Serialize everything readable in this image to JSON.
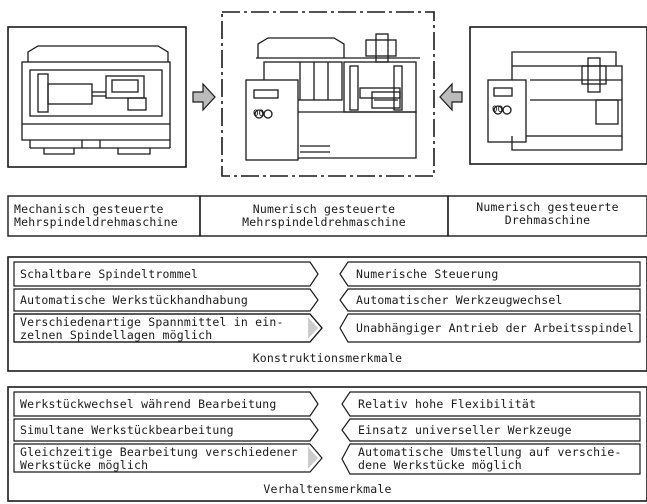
{
  "machines": [
    {
      "id": "mechanical",
      "label": "Mechanisch gesteuerte\nMehrspindeldrehmaschine"
    },
    {
      "id": "nc-multi",
      "label": "Numerisch gesteuerte\nMehrspindeldrehmaschine"
    },
    {
      "id": "nc-single",
      "label": "Numerisch gesteuerte\nDrehmaschine"
    }
  ],
  "control_panel_symbol": "OO",
  "construction": {
    "caption": "Konstruktionsmerkmale",
    "left": [
      "Schaltbare Spindeltrommel",
      "Automatische Werkstückhandhabung",
      "Verschiedenartige Spannmittel in ein-\nzelnen Spindellagen möglich"
    ],
    "right": [
      "Numerische Steuerung",
      "Automatischer Werkzeugwechsel",
      "Unabhängiger Antrieb der Arbeitsspindel"
    ]
  },
  "behavior": {
    "caption": "Verhaltensmerkmale",
    "left": [
      "Werkstückwechsel während Bearbeitung",
      "Simultane Werkstückbearbeitung",
      "Gleichzeitige Bearbeitung verschiedener\nWerkstücke möglich"
    ],
    "right": [
      "Relativ hohe Flexibilität",
      "Einsatz universeller Werkzeuge",
      "Automatische Umstellung auf verschie-\ndene Werkstücke möglich"
    ]
  }
}
